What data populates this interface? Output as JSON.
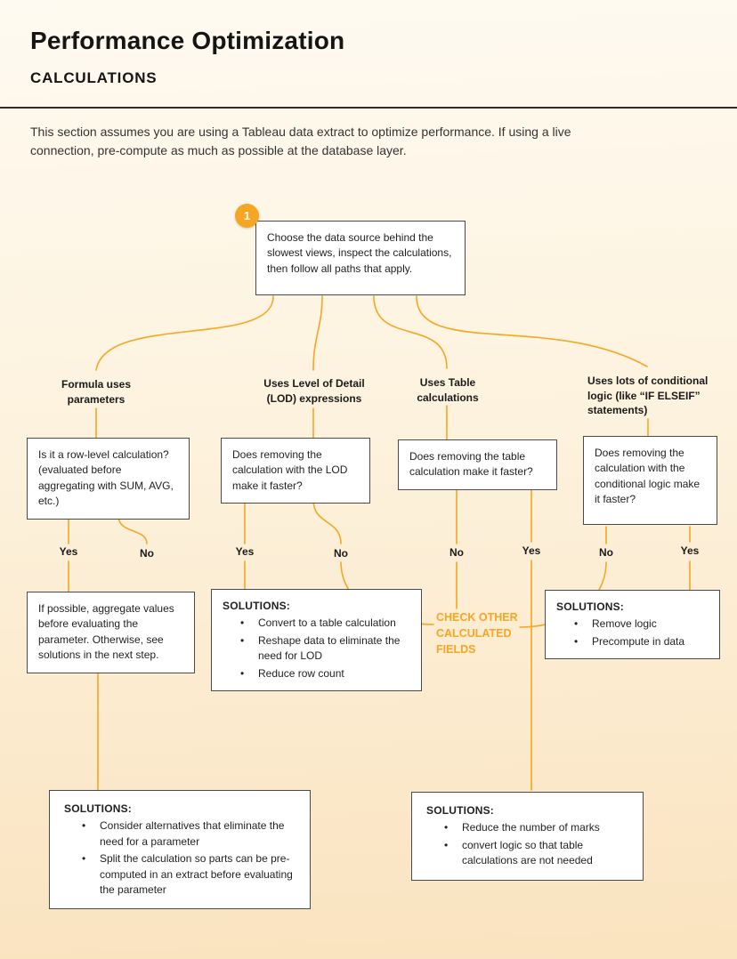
{
  "colors": {
    "accent": "#F5A623",
    "box_border": "#4A4A4A",
    "text": "#1F1F1F",
    "background_top": "#FEFAF1",
    "background_bottom": "#FAE3BF"
  },
  "header": {
    "title": "Performance Optimization",
    "subtitle": "CALCULATIONS",
    "intro": "This section assumes you are using a Tableau data extract to optimize performance. If using a live connection, pre-compute as much as possible at the database layer."
  },
  "flow": {
    "step1": {
      "badge": "1",
      "text": "Choose the data source behind the slowest views, inspect the calculations, then follow all paths that apply."
    },
    "branches": [
      {
        "label": "Formula uses parameters",
        "question": "Is it a row-level calculation? (evaluated before aggregating with SUM, AVG, etc.)",
        "answer_left": "Yes",
        "answer_right": "No"
      },
      {
        "label": "Uses Level of Detail (LOD) expressions",
        "question": "Does removing the calculation with the LOD make it faster?",
        "answer_left": "Yes",
        "answer_right": "No"
      },
      {
        "label": "Uses Table calculations",
        "question": "Does removing the table calculation make it faster?",
        "answer_left": "No",
        "answer_right": "Yes"
      },
      {
        "label": "Uses lots of conditional logic (like “IF ELSEIF” statements)",
        "question": "Does removing the calculation with the conditional logic make it faster?",
        "answer_left": "No",
        "answer_right": "Yes"
      }
    ],
    "check_other_label": "CHECK OTHER CALCULATED FIELDS",
    "note_parameters": "If possible, aggregate values before evaluating the parameter. Otherwise, see solutions in the next step.",
    "solutions": {
      "lod": {
        "title": "SOLUTIONS:",
        "items": [
          "Convert to a table calculation",
          "Reshape data to eliminate the need for LOD",
          "Reduce row count"
        ]
      },
      "conditional": {
        "title": "SOLUTIONS:",
        "items": [
          "Remove logic",
          "Precompute in data"
        ]
      },
      "parameters": {
        "title": "SOLUTIONS:",
        "items": [
          "Consider alternatives that eliminate the need for a parameter",
          "Split the calculation so parts can be pre-computed in an extract before evaluating the parameter"
        ]
      },
      "table": {
        "title": "SOLUTIONS:",
        "items": [
          "Reduce the number of marks",
          "convert logic so that table calculations are not needed"
        ]
      }
    }
  }
}
